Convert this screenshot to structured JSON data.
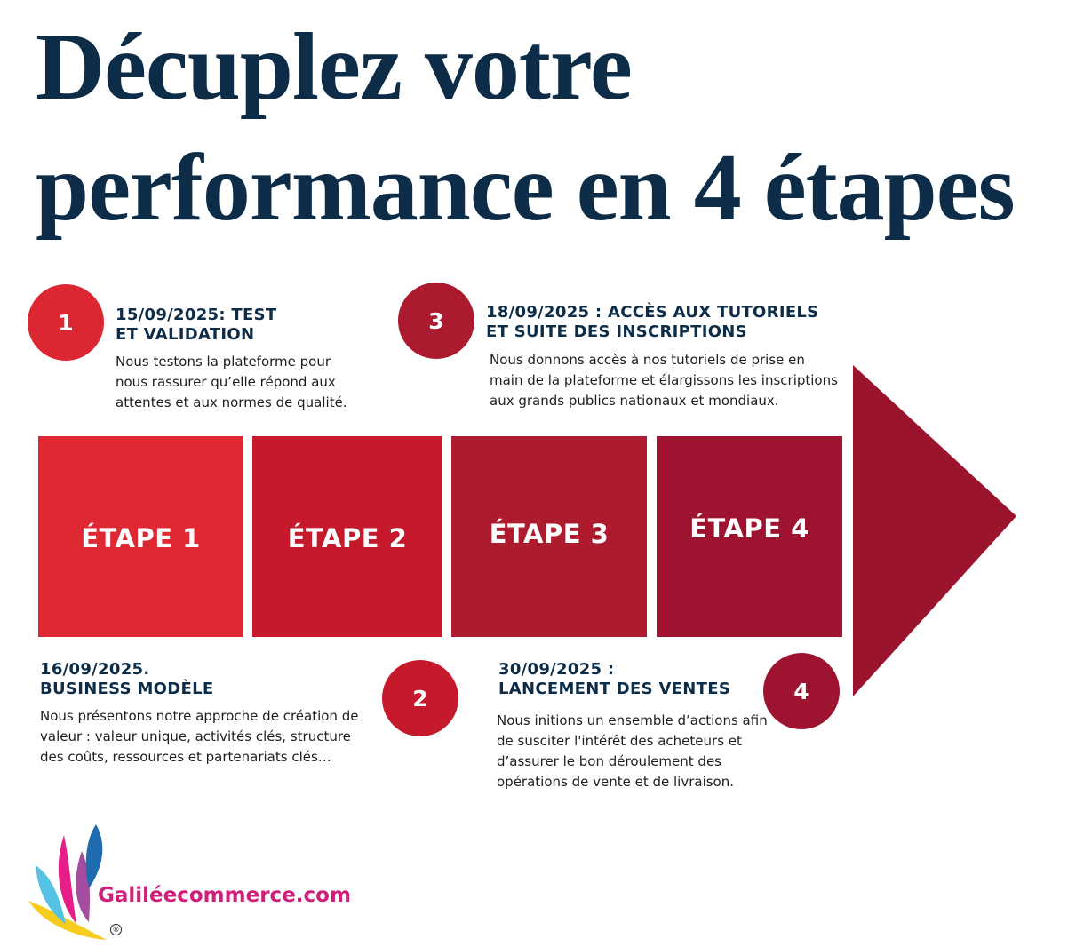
{
  "title": {
    "line1": "Décuplez votre",
    "line2": "performance en 4 étapes"
  },
  "colors": {
    "title": "#0d2c48",
    "step1": "#e02833",
    "step2": "#c61a2c",
    "step3": "#ae1b2f",
    "step4": "#9e1430",
    "arrow": "#9b142d"
  },
  "blocks": [
    {
      "label": "ÉTAPE 1"
    },
    {
      "label": "ÉTAPE 2"
    },
    {
      "label": "ÉTAPE 3"
    },
    {
      "label": "ÉTAPE 4"
    }
  ],
  "steps": [
    {
      "number": "1",
      "heading": "15/09/2025: TEST\nET VALIDATION",
      "description": "Nous testons la plateforme pour\nnous rassurer qu’elle répond aux\nattentes et aux normes de qualité."
    },
    {
      "number": "2",
      "heading": "16/09/2025.\nBUSINESS MODÈLE",
      "description": "Nous présentons notre approche de création de\nvaleur : valeur unique, activités clés, structure\ndes coûts, ressources et partenariats clés…"
    },
    {
      "number": "3",
      "heading": "18/09/2025 : ACCÈS AUX TUTORIELS\nET SUITE DES INSCRIPTIONS",
      "description": "Nous donnons accès à nos tutoriels de prise en\nmain de la plateforme et élargissons les inscriptions\naux grands publics nationaux et mondiaux."
    },
    {
      "number": "4",
      "heading": "30/09/2025 :\nLANCEMENT DES VENTES",
      "description": "Nous initions un ensemble d’actions afin\nde susciter l'intérêt des acheteurs et\nd’assurer le bon déroulement des\nopérations de vente et de livraison."
    }
  ],
  "brand": {
    "name": "Galiléecommerce.com",
    "registered": "®",
    "logo_icon": "petals-logo-icon"
  }
}
